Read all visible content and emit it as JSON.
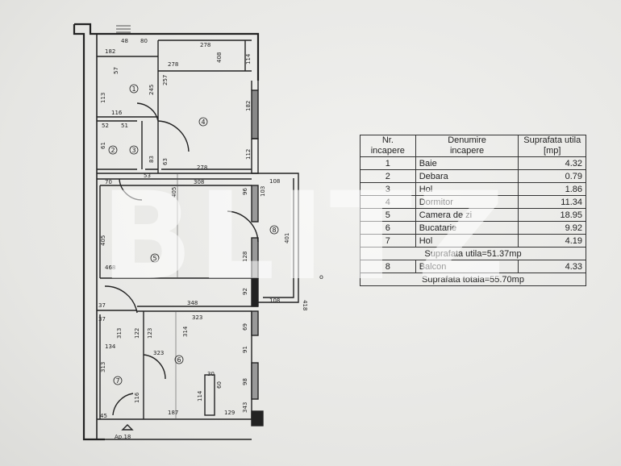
{
  "watermark": "BLITZ",
  "table": {
    "headers": {
      "nr_line1": "Nr.",
      "nr_line2": "incapere",
      "name_line1": "Denumire",
      "name_line2": "incapere",
      "area_line1": "Suprafata utila",
      "area_line2": "[mp]"
    },
    "rows": [
      {
        "nr": "1",
        "name": "Baie",
        "area": "4.32"
      },
      {
        "nr": "2",
        "name": "Debara",
        "area": "0.79"
      },
      {
        "nr": "3",
        "name": "Hol",
        "area": "1.86"
      },
      {
        "nr": "4",
        "name": "Dormitor",
        "area": "11.34"
      },
      {
        "nr": "5",
        "name": "Camera de zi",
        "area": "18.95"
      },
      {
        "nr": "6",
        "name": "Bucatarie",
        "area": "9.92"
      },
      {
        "nr": "7",
        "name": "Hol",
        "area": "4.19"
      }
    ],
    "useful_total": "Suprafata utila=51.37mp",
    "balcony": {
      "nr": "8",
      "name": "Balcon",
      "area": "4.33"
    },
    "grand_total": "Suprafata totala=55.70mp"
  },
  "plan": {
    "apartment_label": "Ap.18",
    "room_numbers": [
      "1",
      "2",
      "3",
      "4",
      "5",
      "6",
      "7",
      "8"
    ],
    "dimensions": {
      "d48": "48",
      "d80": "80",
      "d182": "182",
      "d278a": "278",
      "d278b": "278",
      "d408": "408",
      "d114a": "114",
      "d57": "57",
      "d113": "113",
      "d245": "245",
      "d257": "257",
      "d116": "116",
      "d182b": "182",
      "d52": "52",
      "d51": "51",
      "d61": "61",
      "d53": "53",
      "d83": "83",
      "d63": "63",
      "d112": "112",
      "d278c": "278",
      "d70": "70",
      "d405a": "405",
      "d308": "308",
      "d96": "96",
      "d103": "103",
      "d108a": "108",
      "d405b": "405",
      "d401": "401",
      "d468": "468",
      "d128": "128",
      "d92": "92",
      "d37a": "37",
      "d348": "348",
      "d108b": "108",
      "d418": "418",
      "d37b": "37",
      "d313a": "313",
      "d122": "122",
      "d123": "123",
      "d314": "314",
      "d323a": "323",
      "d69": "69",
      "d134": "134",
      "d323b": "323",
      "d91": "91",
      "d313b": "313",
      "d30": "30",
      "d60": "60",
      "d98": "98",
      "d116b": "116",
      "d114b": "114",
      "d45": "45",
      "d187": "187",
      "d129": "129",
      "d343": "343"
    }
  }
}
